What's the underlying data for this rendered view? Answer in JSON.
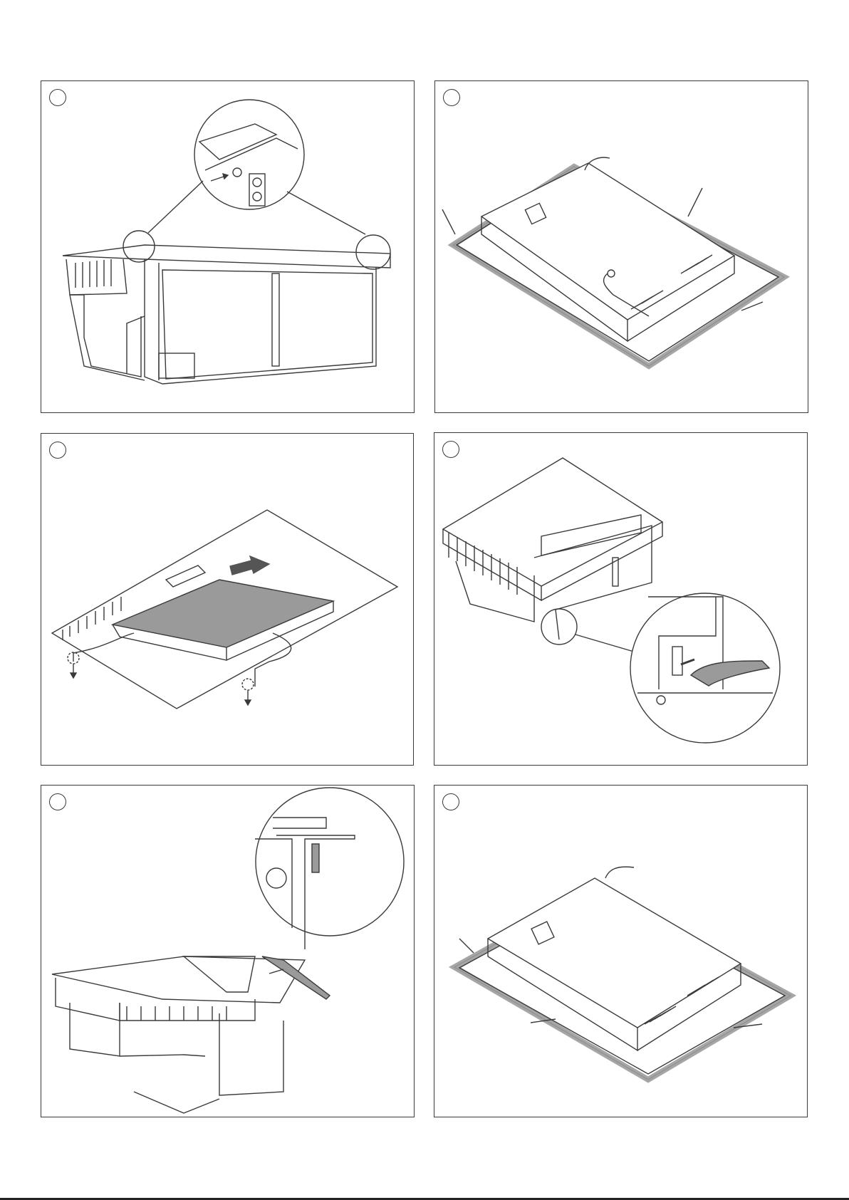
{
  "document": {
    "type": "installation-instructions",
    "panels": [
      {
        "id": 1,
        "illustration": "underside-of-unit-detail-magnifier"
      },
      {
        "id": 2,
        "illustration": "hob-with-seal-gasket"
      },
      {
        "id": 3,
        "illustration": "slide-hob-into-worktop"
      },
      {
        "id": 4,
        "illustration": "connect-ribbon-cable-magnifier"
      },
      {
        "id": 5,
        "illustration": "fit-trim-strip-magnifier"
      },
      {
        "id": 6,
        "illustration": "hob-with-seal-gasket-final"
      }
    ],
    "colors": {
      "line": "#3a3a3a",
      "fill_grey": "#8a8a8a",
      "seal": "#9c9c9c",
      "bg": "#ffffff"
    }
  }
}
